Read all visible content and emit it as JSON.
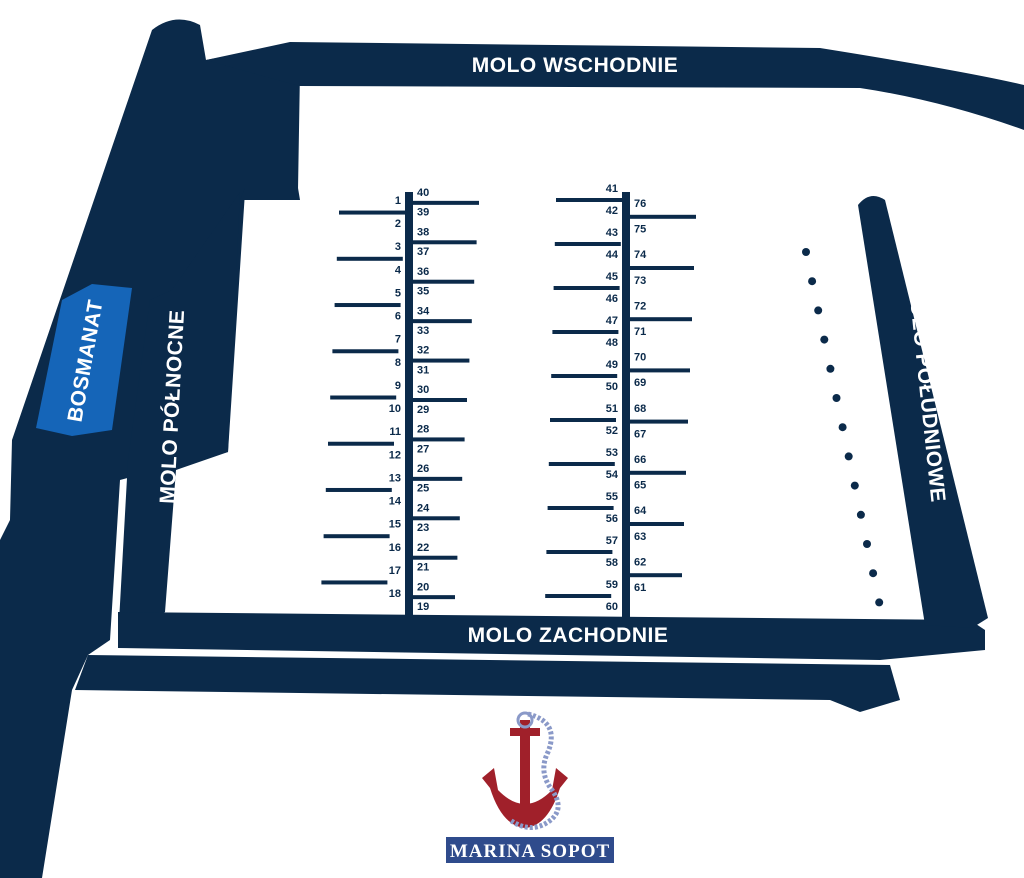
{
  "colors": {
    "pier": "#0b2a4a",
    "bosmanat": "#1565b8",
    "anchor": "#a0202a",
    "rope": "#8a99c8",
    "logo_box": "#2f4b8c",
    "background": "#ffffff"
  },
  "labels": {
    "east": "MOLO WSCHODNIE",
    "north": "MOLO PÓŁNOCNE",
    "south": "MOLO POŁUDNIOWE",
    "west": "MOLO ZACHODNIE",
    "bosmanat": "BOSMANAT"
  },
  "logo": {
    "text": "MARINA SOPOT",
    "icon": "anchor-icon"
  },
  "left_pontoon": {
    "left_side": [
      "1",
      "2",
      "3",
      "4",
      "5",
      "6",
      "7",
      "8",
      "9",
      "10",
      "11",
      "12",
      "13",
      "14",
      "15",
      "16",
      "17",
      "18"
    ],
    "right_side": [
      "40",
      "39",
      "38",
      "37",
      "36",
      "35",
      "34",
      "33",
      "32",
      "31",
      "30",
      "29",
      "28",
      "27",
      "26",
      "25",
      "24",
      "23",
      "22",
      "21",
      "20",
      "19"
    ]
  },
  "right_pontoon": {
    "left_side": [
      "41",
      "42",
      "43",
      "44",
      "45",
      "46",
      "47",
      "48",
      "49",
      "50",
      "51",
      "52",
      "53",
      "54",
      "55",
      "56",
      "57",
      "58",
      "59",
      "60"
    ],
    "right_side": [
      "76",
      "75",
      "74",
      "73",
      "72",
      "71",
      "70",
      "69",
      "68",
      "67",
      "66",
      "65",
      "64",
      "63",
      "62",
      "61"
    ]
  },
  "mooring_buoys": 13
}
